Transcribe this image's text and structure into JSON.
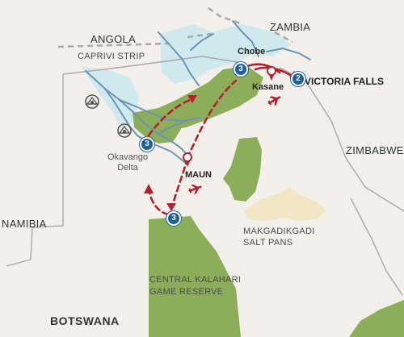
{
  "labels": {
    "zambia": "ZAMBIA",
    "angola": "ANGOLA",
    "caprivi_strip": "CAPRIVI STRIP",
    "zimbabwe": "ZIMBABWE",
    "namibia": "NAMIBIA",
    "botswana": "BOTSWANA",
    "chobe": "Chobe",
    "kasane": "Kasane",
    "victoria_falls": "VICTORIA FALLS",
    "maun": "MAUN",
    "okavango_line1": "Okavango",
    "okavango_line2": "Delta",
    "makgadikgadi_line1": "MAKGADIKGADI",
    "makgadikgadi_line2": "SALT PANS",
    "ckgr_line1": "CENTRAL KALAHARI",
    "ckgr_line2": "GAME RESERVE"
  },
  "stops": [
    {
      "id": "chobe",
      "nights": "3"
    },
    {
      "id": "victoria-falls",
      "nights": "2"
    },
    {
      "id": "okavango",
      "nights": "3"
    },
    {
      "id": "kalahari",
      "nights": "3"
    }
  ],
  "icons": [
    "airplane-icon",
    "location-pin-icon",
    "heritage-site-icon"
  ],
  "colors": {
    "land": "#f3f0ec",
    "park": "#8cae5a",
    "water": "#cfe9ee",
    "river": "#6b95b2",
    "pan": "#f2e7c4",
    "route": "#b5202e",
    "badge": "#1f5f9c",
    "border": "#a8a8a8"
  }
}
